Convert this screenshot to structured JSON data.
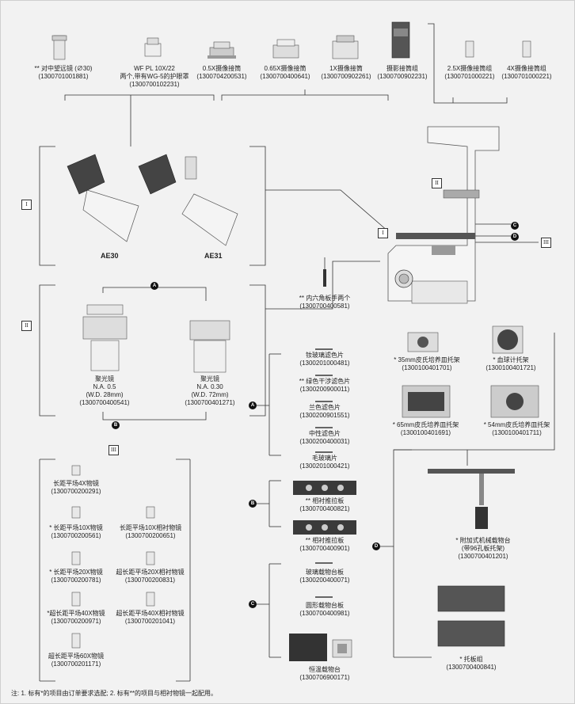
{
  "sections": {
    "I": "I",
    "II": "II",
    "III": "III",
    "A": "A",
    "B": "B",
    "C": "C",
    "D": "D"
  },
  "top_items": [
    {
      "id": "telescope",
      "lines": [
        "** 对中望远镜 (∅30)",
        "(1300701001881)"
      ]
    },
    {
      "id": "eyepiece",
      "lines": [
        "WF PL 10X/22",
        "两个,带有WG-5的护眼罩",
        "(1300700102231)"
      ]
    },
    {
      "id": "adapter05",
      "lines": [
        "0.5X摄像接筒",
        "(1300704200531)"
      ]
    },
    {
      "id": "adapter065",
      "lines": [
        "0.65X摄像接筒",
        "(1300700400641)"
      ]
    },
    {
      "id": "adapter1",
      "lines": [
        "1X摄像接筒",
        "(1300700902261)"
      ]
    },
    {
      "id": "photo",
      "lines": [
        "摄影接筒组",
        "(1300700902231)"
      ]
    },
    {
      "id": "adapter25",
      "lines": [
        "2.5X摄像接筒组",
        "(1300701000221)"
      ]
    },
    {
      "id": "adapter4",
      "lines": [
        "4X摄像接筒组",
        "(1300701000221)"
      ]
    }
  ],
  "heads": {
    "ae30": "AE30",
    "ae31": "AE31"
  },
  "wrench": [
    "** 内六角板手两个",
    "(1300700400581)"
  ],
  "condensers": [
    {
      "id": "cond1",
      "lines": [
        "聚光镜",
        "N.A. 0.5",
        "(W.D. 28mm)",
        "(1300700400541)"
      ]
    },
    {
      "id": "cond2",
      "lines": [
        "聚光镜",
        "N.A. 0.30",
        "(W.D. 72mm)",
        "(1300700401271)"
      ]
    }
  ],
  "filters": [
    {
      "id": "f1",
      "lines": [
        "钕玻璃滤色片",
        "(1300201000481)"
      ]
    },
    {
      "id": "f2",
      "lines": [
        "** 绿色干涉滤色片",
        "(1300200900011)"
      ]
    },
    {
      "id": "f3",
      "lines": [
        "兰色滤色片",
        "(1300200901551)"
      ]
    },
    {
      "id": "f4",
      "lines": [
        "中性滤色片",
        "(1300200400031)"
      ]
    },
    {
      "id": "f5",
      "lines": [
        "毛玻璃片",
        "(1300201000421)"
      ]
    }
  ],
  "sliders": [
    {
      "id": "s1",
      "lines": [
        "** 相衬推拉板",
        "(1300700400821)"
      ]
    },
    {
      "id": "s2",
      "lines": [
        "** 相衬推拉板",
        "(1300700400901)"
      ]
    }
  ],
  "stage_plates": [
    {
      "id": "p1",
      "lines": [
        "玻璃载物台板",
        "(1300200400071)"
      ]
    },
    {
      "id": "p2",
      "lines": [
        "圆形载物台板",
        "(1300700400981)"
      ]
    },
    {
      "id": "p3",
      "lines": [
        "恒温载物台",
        "(1300706900171)"
      ]
    }
  ],
  "holders": [
    {
      "id": "h1",
      "lines": [
        "* 35mm皮氏培养皿托架",
        "(1300100401701)"
      ]
    },
    {
      "id": "h2",
      "lines": [
        "* 血球计托架",
        "(1300100401721)"
      ]
    },
    {
      "id": "h3",
      "lines": [
        "* 65mm皮氏培养皿托架",
        "(1300100401691)"
      ]
    },
    {
      "id": "h4",
      "lines": [
        "* 54mm皮氏培养皿托架",
        "(1300100401711)"
      ]
    }
  ],
  "mech_stage": [
    "* 附加式机械载物台",
    "(带96孔板托架)",
    "(1300700401201)"
  ],
  "tray": [
    "* 托板组",
    "(1300700400841)"
  ],
  "objectives": [
    {
      "id": "o1",
      "lines": [
        "长距平场4X物镜",
        "(1300700200291)"
      ]
    },
    {
      "id": "o2",
      "lines": [
        "* 长距平场10X物镜",
        "(1300700200561)"
      ]
    },
    {
      "id": "o3",
      "lines": [
        "长距平场10X相衬物镜",
        "(1300700200651)"
      ]
    },
    {
      "id": "o4",
      "lines": [
        "* 长距平场20X物镜",
        "(1300700200781)"
      ]
    },
    {
      "id": "o5",
      "lines": [
        "超长距平场20X相衬物镜",
        "(1300700200831)"
      ]
    },
    {
      "id": "o6",
      "lines": [
        "*超长距平场40X物镜",
        "(1300700200971)"
      ]
    },
    {
      "id": "o7",
      "lines": [
        "超长距平场40X相衬物镜",
        "(1300700201041)"
      ]
    },
    {
      "id": "o8",
      "lines": [
        "超长距平场60X物镜",
        "(1300700201171)"
      ]
    }
  ],
  "note": "注: 1. 标有*的项目由订单要求选配; 2. 标有**的项目与相衬物镜一起配用。",
  "colors": {
    "line": "#333333",
    "metal": "#d9d9d9",
    "dark": "#3a3a3a",
    "white": "#ffffff"
  }
}
